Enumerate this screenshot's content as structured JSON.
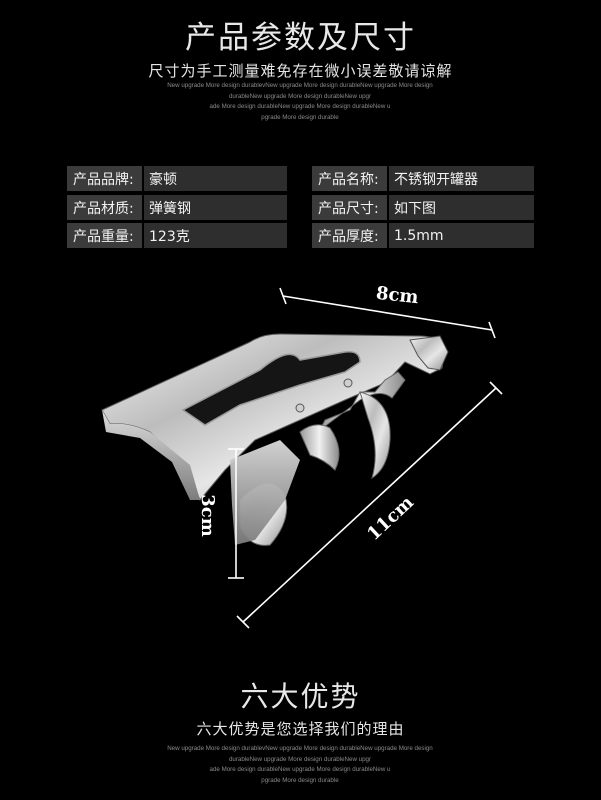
{
  "header": {
    "title": "产品参数及尺寸",
    "subtitle": "尺寸为手工测量难免存在微小误差敬请谅解",
    "filler_lines": [
      "New upgrade More design durablevNew upgrade More design durableNew upgrade More design",
      "durableNew upgrade More design durableNew upgr",
      "ade More design durableNew upgrade More design durableNew u",
      "pgrade More design durable"
    ]
  },
  "specs": [
    {
      "key": "产品品牌:",
      "value": "豪顿"
    },
    {
      "key": "产品名称:",
      "value": "不锈钢开罐器"
    },
    {
      "key": "产品材质:",
      "value": "弹簧钢"
    },
    {
      "key": "产品尺寸:",
      "value": "如下图"
    },
    {
      "key": "产品重量:",
      "value": "123克"
    },
    {
      "key": "产品厚度:",
      "value": "1.5mm"
    }
  ],
  "dimensions": {
    "width": "8cm",
    "height": "3cm",
    "length": "11cm"
  },
  "advantages": {
    "title": "六大优势",
    "subtitle": "六大优势是您选择我们的理由",
    "filler_lines": [
      "New upgrade More design durablevNew upgrade More design durableNew upgrade More design",
      "durableNew upgrade More design durableNew upgr",
      "ade More design durableNew upgrade More design durableNew u",
      "pgrade More design durable"
    ]
  },
  "colors": {
    "background": "#000000",
    "spec_key_bg": "#3b3b3b",
    "spec_value_bg": "#2e2e2e"
  }
}
